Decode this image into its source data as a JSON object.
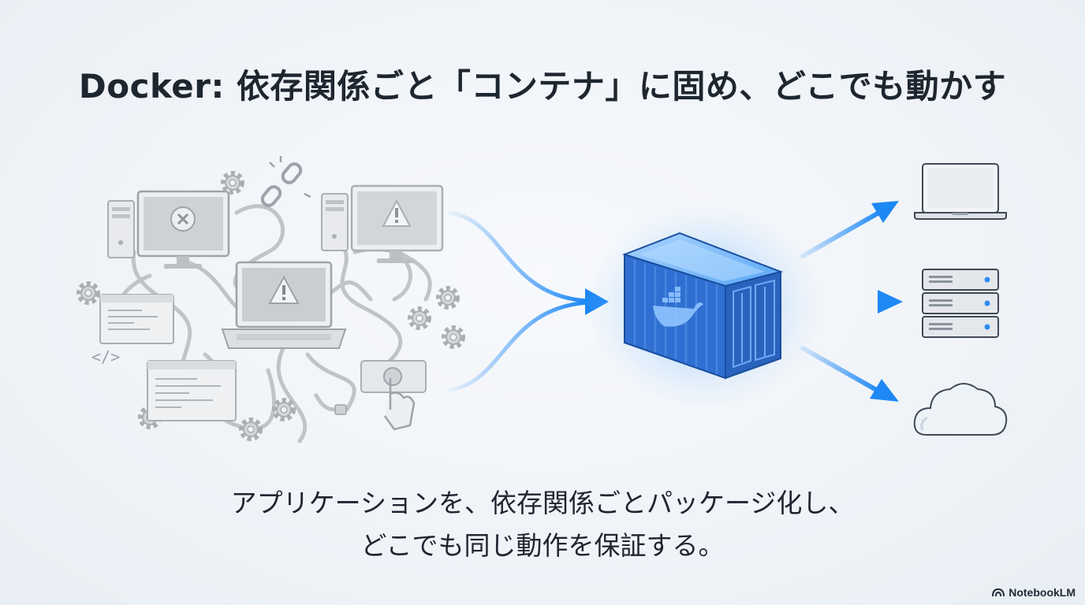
{
  "title": "Docker: 依存関係ごと「コンテナ」に固め、どこでも動かす",
  "subtitle": {
    "line1": "アプリケーションを、依存関係ごとパッケージ化し、",
    "line2": "どこでも同じ動作を保証する。"
  },
  "brand": {
    "label": "NotebookLM",
    "icon": "notebooklm-logo-icon"
  },
  "colors": {
    "accent": "#1e88f5",
    "container": "#2f6fd1",
    "gray": "#9aa0a6"
  },
  "icons": {
    "chaos": [
      "monitor-error-icon",
      "monitor-warning-icon",
      "laptop-warning-icon",
      "server-tower-icon",
      "gear-icon",
      "broken-link-icon",
      "code-window-icon",
      "touch-click-icon",
      "usb-cable-icon"
    ],
    "container": [
      "docker-container-icon",
      "docker-whale-icon"
    ],
    "targets": [
      "laptop-icon",
      "server-rack-icon",
      "cloud-icon"
    ]
  }
}
